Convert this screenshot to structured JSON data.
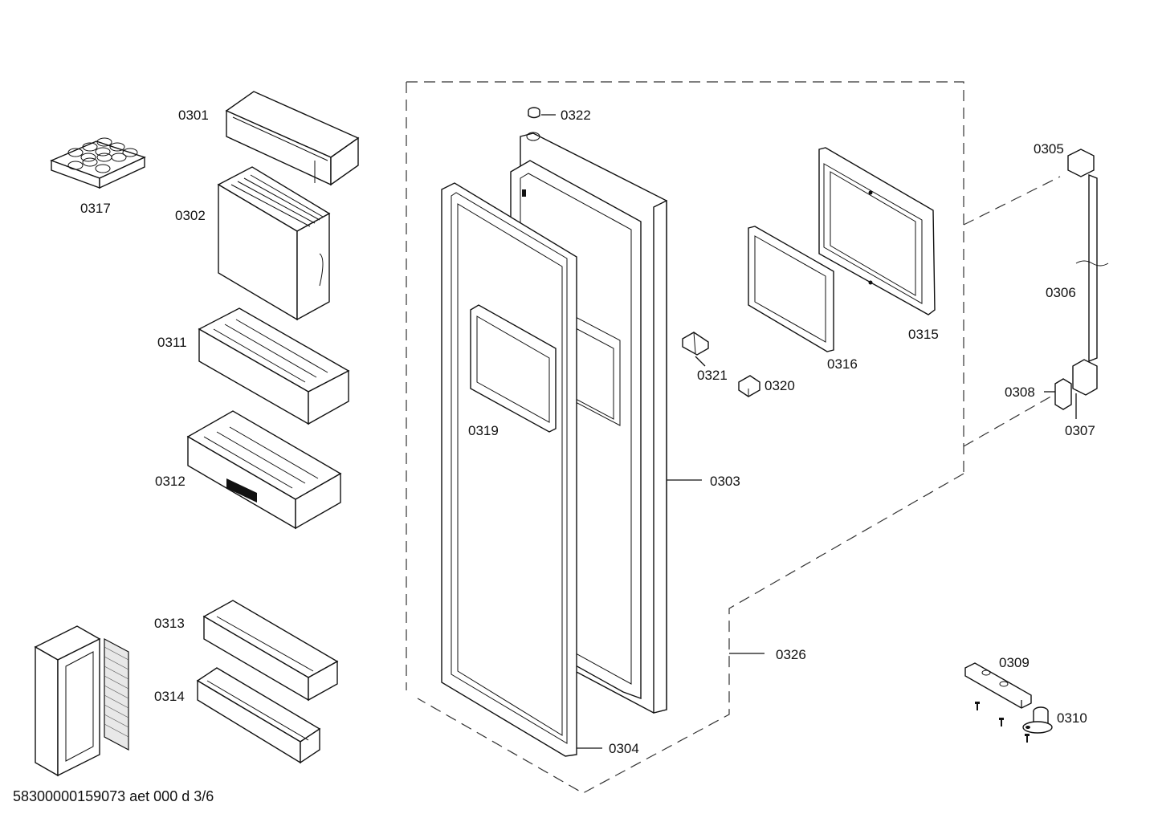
{
  "labels": {
    "p0301": "0301",
    "p0302": "0302",
    "p0303": "0303",
    "p0304": "0304",
    "p0305": "0305",
    "p0306": "0306",
    "p0307": "0307",
    "p0308": "0308",
    "p0309": "0309",
    "p0310": "0310",
    "p0311": "0311",
    "p0312": "0312",
    "p0313": "0313",
    "p0314": "0314",
    "p0315": "0315",
    "p0316": "0316",
    "p0317": "0317",
    "p0319": "0319",
    "p0320": "0320",
    "p0321": "0321",
    "p0322": "0322",
    "p0326": "0326"
  },
  "footer": "58300000159073 aet 000 d 3/6"
}
